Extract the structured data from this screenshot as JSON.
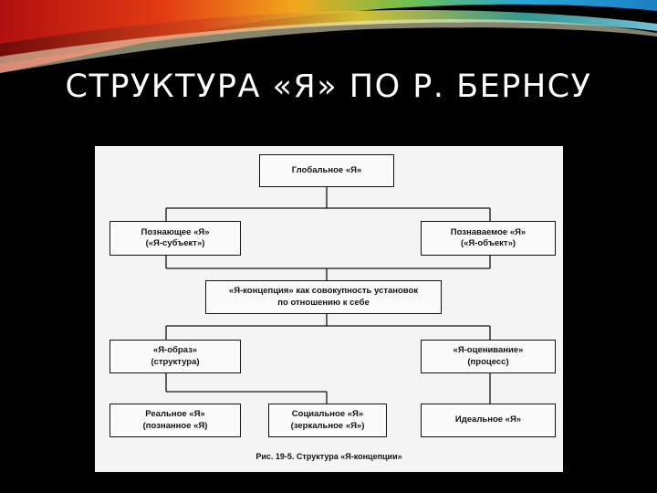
{
  "title": "СТРУКТУРА «Я» ПО Р. БЕРНСУ",
  "diagram": {
    "global": "Глобальное «Я»",
    "knowing": [
      "Познающее «Я»",
      "(«Я-субъект»)"
    ],
    "known": [
      "Познаваемое «Я»",
      "(«Я-объект»)"
    ],
    "concept": [
      "«Я-концепция» как совокупность установок",
      "по отношению к себе"
    ],
    "image": [
      "«Я-образ»",
      "(структура)"
    ],
    "evaluation": [
      "«Я-оценивание»",
      "(процесс)"
    ],
    "real": [
      "Реальное «Я»",
      "(познанное «Я)"
    ],
    "social": [
      "Социальное «Я»",
      "(зеркальное «Я»)"
    ],
    "ideal": "Идеальное «Я»",
    "caption": "Рис. 19-5. Структура «Я-концепции»"
  },
  "colors": {
    "background": "#000000",
    "figure_bg": "#f4f4f4",
    "swoosh": [
      "#d81b1b",
      "#f39c12",
      "#f7e14a",
      "#3fb86b",
      "#2ba4d9"
    ]
  }
}
